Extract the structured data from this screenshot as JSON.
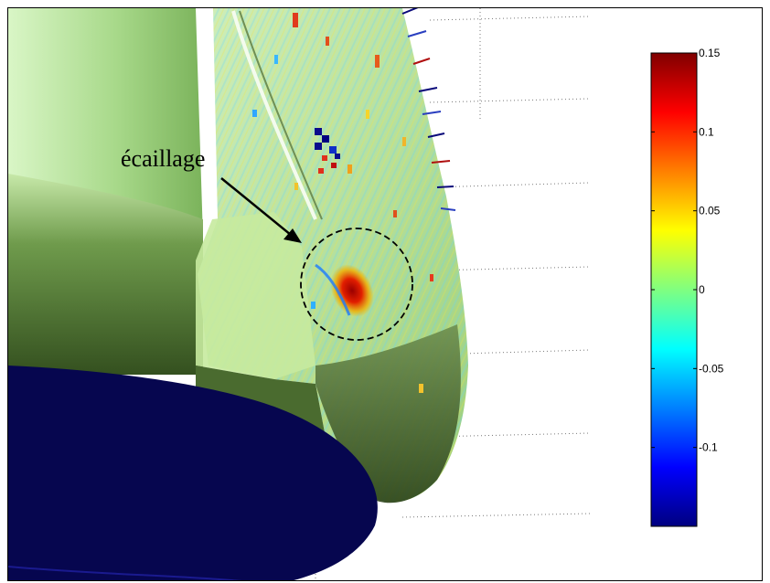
{
  "figure": {
    "annotation": "écaillage"
  },
  "chart_data": {
    "type": "heatmap",
    "title": "",
    "xlabel": "",
    "ylabel": "",
    "colormap": "jet",
    "colorbar": {
      "position": "right",
      "limits": [
        -0.15,
        0.15
      ],
      "ticks": [
        0.15,
        0.1,
        0.05,
        0,
        -0.05,
        -0.1
      ],
      "tick_labels": [
        "0.15",
        "0.1",
        "0.05",
        "0",
        "-0.05",
        "-0.1"
      ]
    },
    "grid": "dotted",
    "annotations": [
      {
        "text": "écaillage",
        "marker": "dashed-circle",
        "arrow": true
      }
    ]
  },
  "colors": {
    "background": "#ffffff",
    "surface_light": "#cfeec0",
    "surface_mid": "#8fb869",
    "surface_dark": "#3f5a2a",
    "base_navy": "#06064f",
    "frame": "#000000"
  }
}
